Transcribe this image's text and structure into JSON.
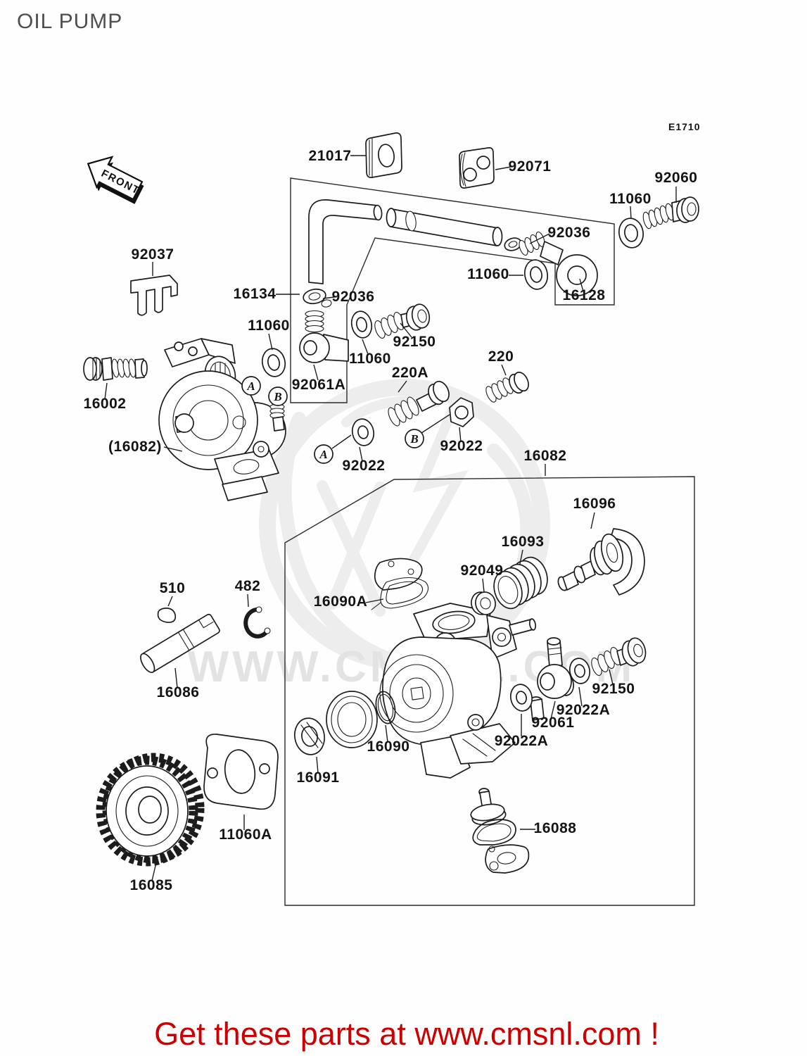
{
  "page": {
    "title": "OIL PUMP",
    "diagram_code": "E1710"
  },
  "front_marker": {
    "label": "FRONT"
  },
  "watermark": {
    "text": "WWW.CMSNL.COM"
  },
  "footer": {
    "text": "Get these parts at www.cmsnl.com !"
  },
  "colors": {
    "line": "#1c1c1c",
    "label_text": "#141414",
    "title_text": "#4f4f4f",
    "footer_red": "#cc0000",
    "watermark_gray": "#e3e3e3"
  },
  "ref_letters": [
    {
      "text": "A"
    },
    {
      "text": "B"
    },
    {
      "text": "A"
    },
    {
      "text": "B"
    }
  ],
  "labels": [
    {
      "text": "21017"
    },
    {
      "text": "92071"
    },
    {
      "text": "92060"
    },
    {
      "text": "11060"
    },
    {
      "text": "92036"
    },
    {
      "text": "16128"
    },
    {
      "text": "11060"
    },
    {
      "text": "16134"
    },
    {
      "text": "92036"
    },
    {
      "text": "92037"
    },
    {
      "text": "11060"
    },
    {
      "text": "92061A"
    },
    {
      "text": "16002"
    },
    {
      "text": "(16082)"
    },
    {
      "text": "92150"
    },
    {
      "text": "11060"
    },
    {
      "text": "220A"
    },
    {
      "text": "220"
    },
    {
      "text": "92022"
    },
    {
      "text": "92022"
    },
    {
      "text": "16082"
    },
    {
      "text": "16096"
    },
    {
      "text": "16093"
    },
    {
      "text": "92049"
    },
    {
      "text": "16090A"
    },
    {
      "text": "510"
    },
    {
      "text": "482"
    },
    {
      "text": "16086"
    },
    {
      "text": "92150"
    },
    {
      "text": "92022A"
    },
    {
      "text": "92061"
    },
    {
      "text": "92022A"
    },
    {
      "text": "16090"
    },
    {
      "text": "16091"
    },
    {
      "text": "11060A"
    },
    {
      "text": "16085"
    },
    {
      "text": "16088"
    }
  ]
}
